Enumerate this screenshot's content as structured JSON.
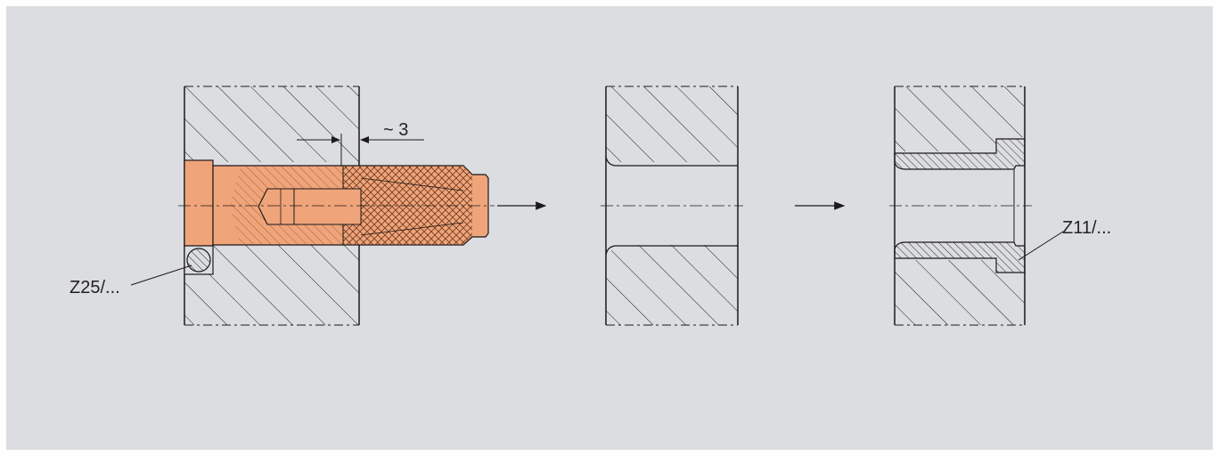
{
  "colors": {
    "background": "#dcdde0",
    "panel_border": "#ffffff",
    "line": "#1a1a1a",
    "tool": "#f0a47a",
    "hatch": "#222222"
  },
  "dimension": {
    "text": "~ 3"
  },
  "labels": {
    "left_part": "Z25/...",
    "right_part": "Z11/..."
  }
}
